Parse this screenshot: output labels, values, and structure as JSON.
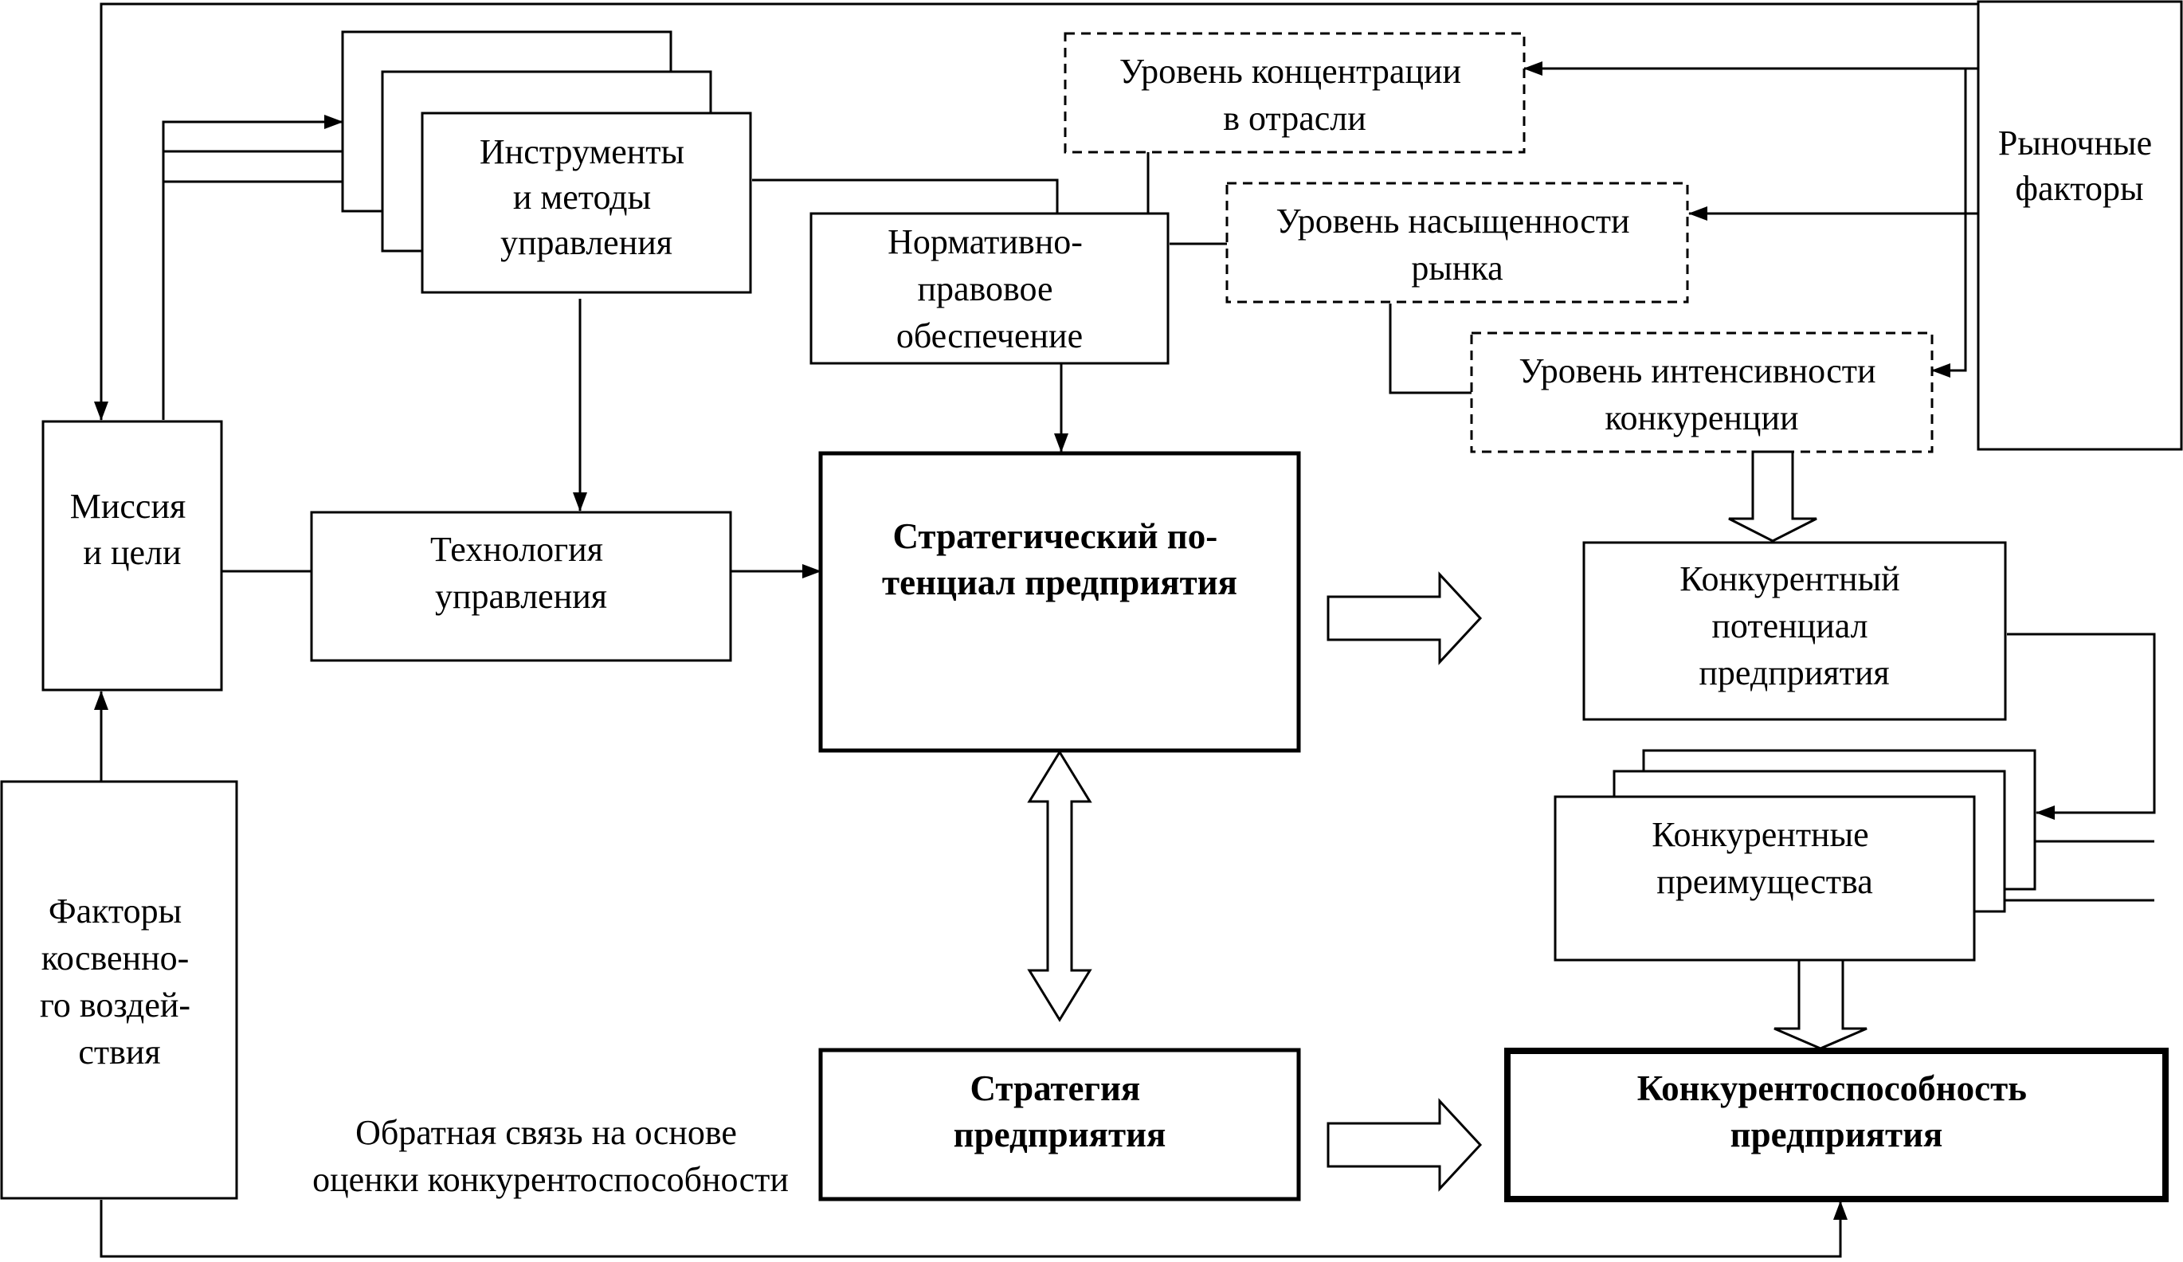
{
  "nodes": {
    "market_factors": [
      "Рыночные",
      "факторы"
    ],
    "concentration": [
      "Уровень концентрации",
      "в отрасли"
    ],
    "saturation": [
      "Уровень насыщенности",
      "рынка"
    ],
    "intensity": [
      "Уровень интенсивности",
      "конкуренции"
    ],
    "instruments": [
      "Инструменты",
      "и методы",
      "управления"
    ],
    "regulatory": [
      "Нормативно-",
      "правовое",
      "обеспечение"
    ],
    "mission": [
      "Миссия",
      "и цели"
    ],
    "technology": [
      "Технология",
      "управления"
    ],
    "strategic_potential": [
      "Стратегический по-",
      "тенциал предприятия"
    ],
    "competitive_potential": [
      "Конкурентный",
      "потенциал",
      "предприятия"
    ],
    "advantages": [
      "Конкурентные",
      "преимущества"
    ],
    "indirect_factors": [
      "Факторы",
      "косвенно-",
      "го воздей-",
      "ствия"
    ],
    "strategy": [
      "Стратегия",
      "предприятия"
    ],
    "competitiveness": [
      "Конкурентоспособность",
      "предприятия"
    ]
  },
  "feedback_label": [
    "Обратная связь на основе",
    "оценки конкурентоспособности"
  ]
}
